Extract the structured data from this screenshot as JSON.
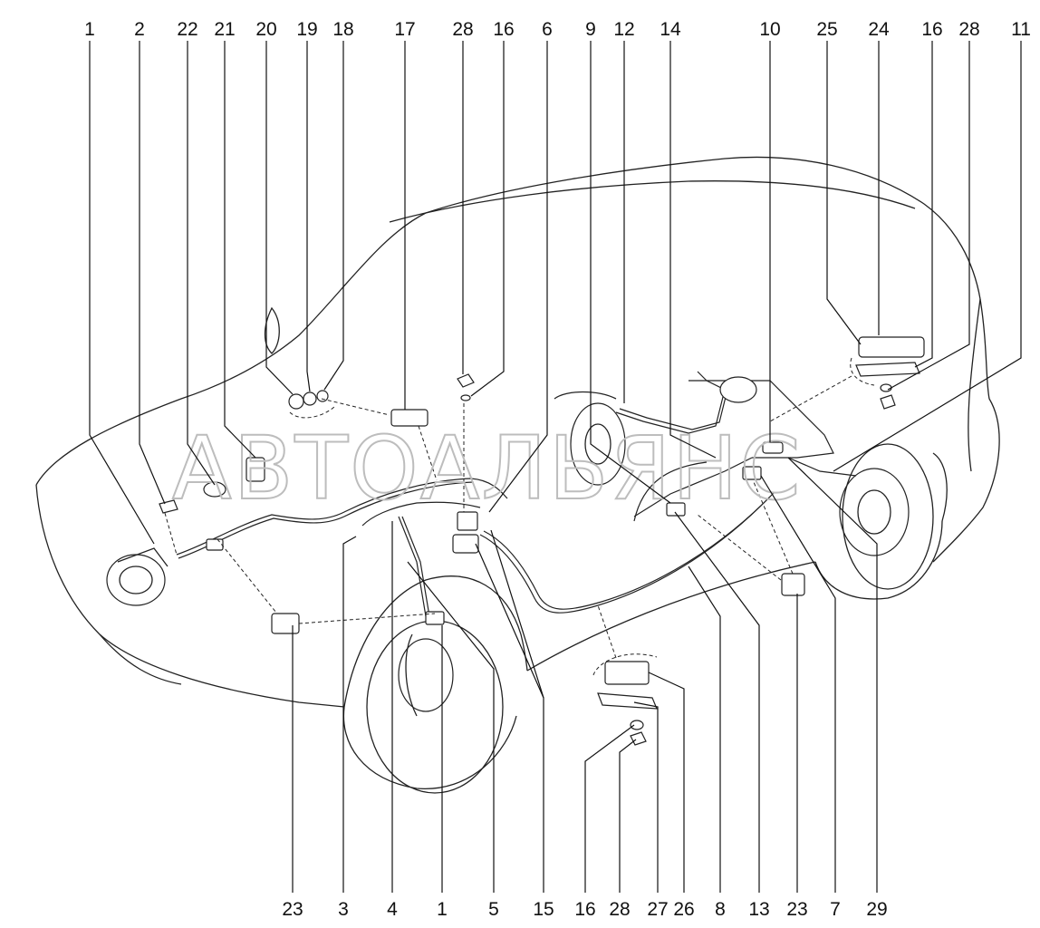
{
  "watermark": "АВТОАЛЬЯНС",
  "callouts_top": [
    "1",
    "2",
    "22",
    "21",
    "20",
    "19",
    "18",
    "17",
    "28",
    "16",
    "6",
    "9",
    "12",
    "14",
    "10",
    "25",
    "24",
    "16",
    "28",
    "11"
  ],
  "callouts_bottom": [
    "23",
    "3",
    "4",
    "1",
    "5",
    "15",
    "16",
    "28",
    "27",
    "26",
    "8",
    "13",
    "23",
    "7",
    "29"
  ]
}
